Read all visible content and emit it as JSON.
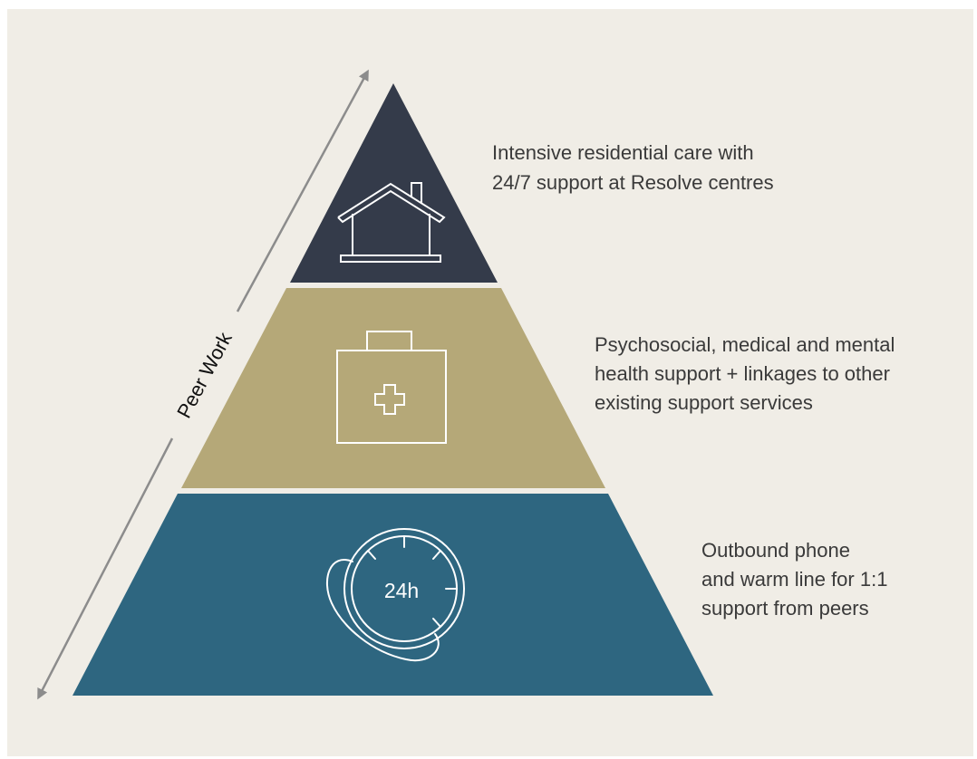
{
  "diagram": {
    "colors": {
      "background": "#f0ede6",
      "tier_top": "#343b4a",
      "tier_middle": "#b5a878",
      "tier_bottom": "#2e6680",
      "arrow": "#8c8c8c",
      "icon_stroke": "#ffffff",
      "text": "#3a3a3a"
    },
    "side_arrow": {
      "label": "Peer Work",
      "icon": "double-headed-arrow"
    },
    "tiers": [
      {
        "id": "top",
        "icon": "house-icon",
        "lines": [
          "Intensive residential care with",
          "24/7 support at Resolve centres"
        ]
      },
      {
        "id": "middle",
        "icon": "medical-kit-icon",
        "lines": [
          "Psychosocial, medical and mental",
          "health support + linkages to other",
          "existing support services"
        ]
      },
      {
        "id": "bottom",
        "icon": "phone-24h-icon",
        "icon_label": "24h",
        "lines": [
          "Outbound phone",
          "and warm line for 1:1",
          "support from peers"
        ]
      }
    ]
  }
}
